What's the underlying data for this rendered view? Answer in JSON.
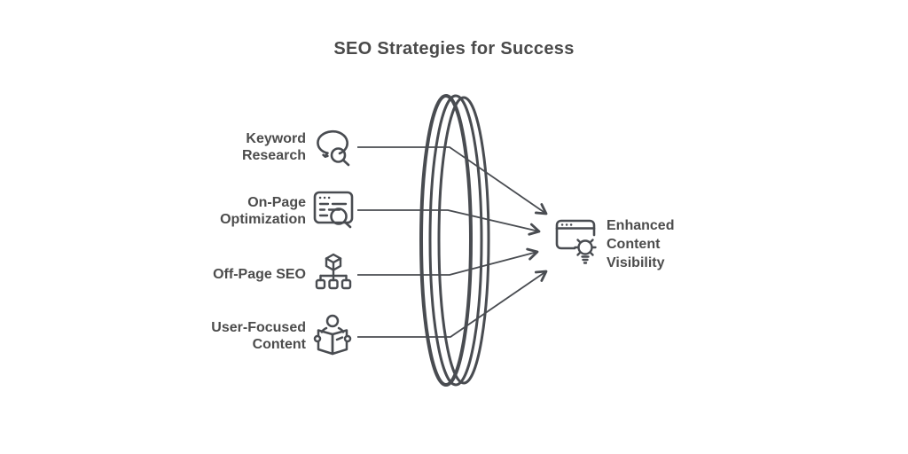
{
  "title": "SEO Strategies for Success",
  "colors": {
    "text": "#4c4c4c",
    "stroke": "#494c51",
    "background": "#ffffff"
  },
  "funnel": {
    "shape": "lens",
    "description": "converging lens through which four strategy lines pass toward one outcome"
  },
  "inputs": [
    {
      "id": "keyword-research",
      "lines": [
        "Keyword",
        "Research"
      ],
      "icon": "chat-search-icon"
    },
    {
      "id": "on-page-optimization",
      "lines": [
        "On-Page",
        "Optimization"
      ],
      "icon": "webpage-search-icon"
    },
    {
      "id": "off-page-seo",
      "lines": [
        "Off-Page SEO"
      ],
      "icon": "cube-sitemap-icon"
    },
    {
      "id": "user-focused-content",
      "lines": [
        "User-Focused",
        "Content"
      ],
      "icon": "person-reading-icon"
    }
  ],
  "output": {
    "id": "enhanced-content-visibility",
    "lines": [
      "Enhanced",
      "Content",
      "Visibility"
    ],
    "icon": "webpage-lightbulb-icon"
  }
}
